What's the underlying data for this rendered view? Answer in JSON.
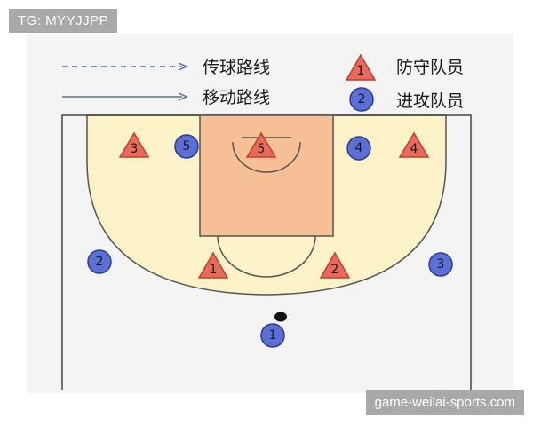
{
  "watermark_top": "TG: MYYJJPP",
  "watermark_bottom": "game-weilai-sports.com",
  "legend": {
    "pass_route": "传球路线",
    "move_route": "移动路线",
    "defender": "防守队员",
    "attacker": "进攻队员",
    "defender_sample": "1",
    "attacker_sample": "2"
  },
  "defenders": [
    {
      "id": "def-3",
      "label": "3"
    },
    {
      "id": "def-5",
      "label": "5"
    },
    {
      "id": "def-4",
      "label": "4"
    },
    {
      "id": "def-1",
      "label": "1"
    },
    {
      "id": "def-2",
      "label": "2"
    }
  ],
  "attackers": [
    {
      "id": "att-5",
      "label": "5"
    },
    {
      "id": "att-4",
      "label": "4"
    },
    {
      "id": "att-2",
      "label": "2"
    },
    {
      "id": "att-3",
      "label": "3"
    },
    {
      "id": "att-1",
      "label": "1"
    }
  ],
  "colors": {
    "defender_fill": "#e86a5a",
    "defender_stroke": "#c04030",
    "attacker_fill": "#5b6fd6",
    "attacker_stroke": "#2c3b8c",
    "zone_fill": "#fbf2c8",
    "paint_fill": "#f6bf96",
    "court_line": "#444444"
  }
}
